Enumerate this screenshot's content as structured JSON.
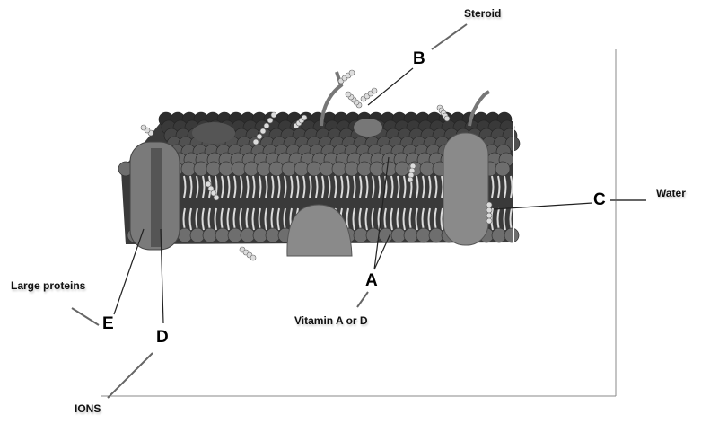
{
  "diagram": {
    "labels": {
      "A": {
        "letter": "A",
        "text": "Vitamin A or D"
      },
      "B": {
        "letter": "B",
        "text": "Steroid"
      },
      "C": {
        "letter": "C",
        "text": "Water"
      },
      "D": {
        "letter": "D",
        "text": "IONS"
      },
      "E": {
        "letter": "E",
        "text": "Large proteins"
      }
    },
    "colors": {
      "top_surface": "#2f2f2f",
      "heads": "#6e6e6e",
      "tails": "#dcdcdc",
      "protein": "#8a8a8a",
      "leader_line": "#222222"
    }
  }
}
